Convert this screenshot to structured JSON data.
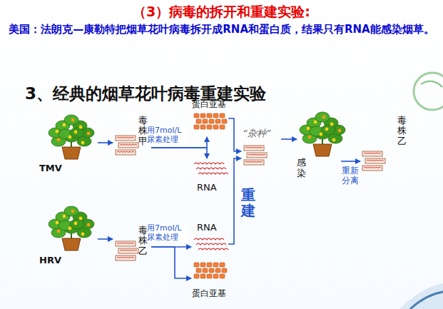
{
  "diagram": {
    "title": "（3）病毒的拆开和重建实验:",
    "nodes": [
      {
        "text": [
          "TMV"
        ]
      },
      {
        "text": [
          "毒株甲"
        ]
      },
      {
        "text": [
          "蛋白亚基"
        ]
      },
      {
        "text": [
          "RNA"
        ]
      },
      {
        "text": [
          "HRV"
        ]
      },
      {
        "text": [
          "毒株乙"
        ]
      },
      {
        "text": [
          "RNA"
        ]
      },
      {
        "text": [
          "蛋白亚基"
        ]
      },
      {
        "text": [
          "“杂种”"
        ]
      },
      {
        "text": [
          "感染"
        ]
      },
      {
        "text": [
          "毒株乙"
        ]
      }
    ],
    "edges": [
      {
        "from": 0,
        "to": 1,
        "arrow": "to"
      },
      {
        "from": 1,
        "to": 2,
        "arrow": "to",
        "label": "用7mol/L尿素处理"
      },
      {
        "from": 1,
        "to": 3,
        "arrow": "to"
      },
      {
        "from": 4,
        "to": 5,
        "arrow": "to"
      },
      {
        "from": 5,
        "to": 6,
        "arrow": "to",
        "label": "用7mol/L尿素处理"
      },
      {
        "from": 5,
        "to": 7,
        "arrow": "to"
      },
      {
        "from": 2,
        "to": 8,
        "arrow": "to"
      },
      {
        "from": 6,
        "to": 8,
        "arrow": "to",
        "label": "重建"
      },
      {
        "from": 8,
        "to": 9,
        "arrow": "to"
      },
      {
        "from": 9,
        "to": 10,
        "arrow": "to",
        "label": "重新分离"
      }
    ],
    "labels": [
      "美国：法朗克—康勒特把烟草花叶病毒拆开成RNA和蛋白质，结果只有RNA能感染烟草。",
      "3、经典的烟草花叶病毒重建实验"
    ]
  }
}
